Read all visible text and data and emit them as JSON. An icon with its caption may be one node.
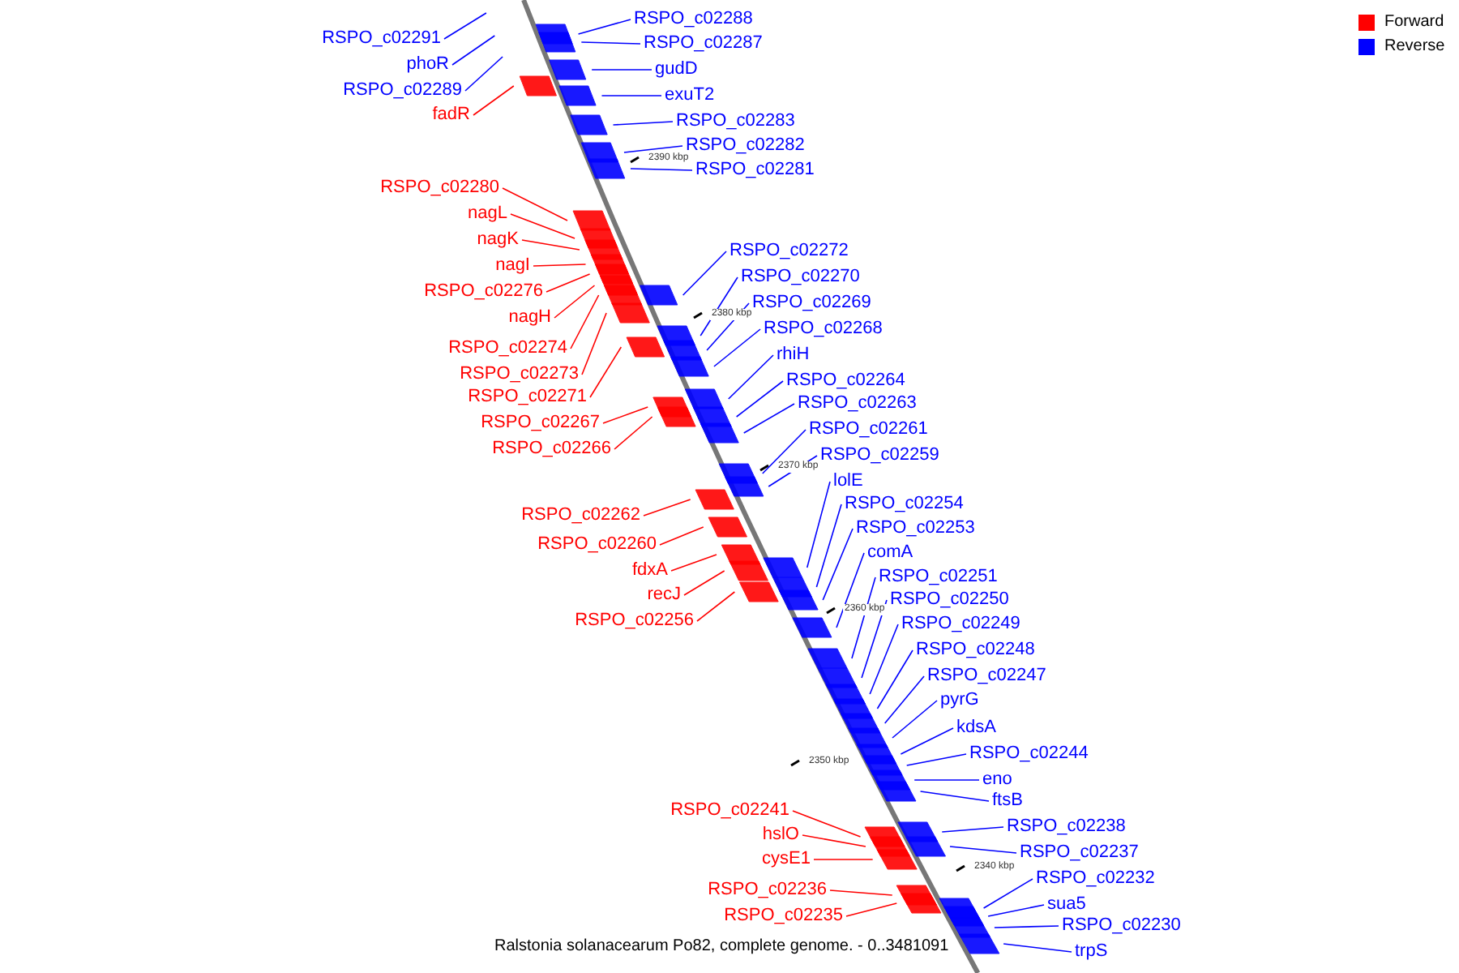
{
  "diagram": {
    "caption": "Ralstonia solanacearum Po82, complete genome. - 0..3481091",
    "nodes": [
      {
        "text": [
          "RSPO_c02291"
        ]
      },
      {
        "text": [
          "phoR"
        ]
      },
      {
        "text": [
          "RSPO_c02289"
        ]
      },
      {
        "text": [
          "fadR"
        ]
      },
      {
        "text": [
          "RSPO_c02280"
        ]
      },
      {
        "text": [
          "nagL"
        ]
      },
      {
        "text": [
          "nagK"
        ]
      },
      {
        "text": [
          "nagI"
        ]
      },
      {
        "text": [
          "RSPO_c02276"
        ]
      },
      {
        "text": [
          "nagH"
        ]
      },
      {
        "text": [
          "RSPO_c02274"
        ]
      },
      {
        "text": [
          "RSPO_c02273"
        ]
      },
      {
        "text": [
          "RSPO_c02271"
        ]
      },
      {
        "text": [
          "RSPO_c02267"
        ]
      },
      {
        "text": [
          "RSPO_c02266"
        ]
      },
      {
        "text": [
          "RSPO_c02262"
        ]
      },
      {
        "text": [
          "RSPO_c02260"
        ]
      },
      {
        "text": [
          "fdxA"
        ]
      },
      {
        "text": [
          "recJ"
        ]
      },
      {
        "text": [
          "RSPO_c02256"
        ]
      },
      {
        "text": [
          "RSPO_c02241"
        ]
      },
      {
        "text": [
          "hslO"
        ]
      },
      {
        "text": [
          "cysE1"
        ]
      },
      {
        "text": [
          "RSPO_c02236"
        ]
      },
      {
        "text": [
          "RSPO_c02235"
        ]
      },
      {
        "text": [
          "RSPO_c02288"
        ]
      },
      {
        "text": [
          "RSPO_c02287"
        ]
      },
      {
        "text": [
          "gudD"
        ]
      },
      {
        "text": [
          "exuT2"
        ]
      },
      {
        "text": [
          "RSPO_c02283"
        ]
      },
      {
        "text": [
          "RSPO_c02282"
        ]
      },
      {
        "text": [
          "RSPO_c02281"
        ]
      },
      {
        "text": [
          "RSPO_c02272"
        ]
      },
      {
        "text": [
          "RSPO_c02270"
        ]
      },
      {
        "text": [
          "RSPO_c02269"
        ]
      },
      {
        "text": [
          "RSPO_c02268"
        ]
      },
      {
        "text": [
          "rhiH"
        ]
      },
      {
        "text": [
          "RSPO_c02264"
        ]
      },
      {
        "text": [
          "RSPO_c02263"
        ]
      },
      {
        "text": [
          "RSPO_c02261"
        ]
      },
      {
        "text": [
          "RSPO_c02259"
        ]
      },
      {
        "text": [
          "lolE"
        ]
      },
      {
        "text": [
          "RSPO_c02254"
        ]
      },
      {
        "text": [
          "RSPO_c02253"
        ]
      },
      {
        "text": [
          "comA"
        ]
      },
      {
        "text": [
          "RSPO_c02251"
        ]
      },
      {
        "text": [
          "RSPO_c02250"
        ]
      },
      {
        "text": [
          "RSPO_c02249"
        ]
      },
      {
        "text": [
          "RSPO_c02248"
        ]
      },
      {
        "text": [
          "RSPO_c02247"
        ]
      },
      {
        "text": [
          "pyrG"
        ]
      },
      {
        "text": [
          "kdsA"
        ]
      },
      {
        "text": [
          "RSPO_c02244"
        ]
      },
      {
        "text": [
          "eno"
        ]
      },
      {
        "text": [
          "ftsB"
        ]
      },
      {
        "text": [
          "RSPO_c02238"
        ]
      },
      {
        "text": [
          "RSPO_c02237"
        ]
      },
      {
        "text": [
          "RSPO_c02232"
        ]
      },
      {
        "text": [
          "sua5"
        ]
      },
      {
        "text": [
          "RSPO_c02230"
        ]
      },
      {
        "text": [
          "trpS"
        ]
      }
    ],
    "edges": [
      {
        "from": 0,
        "to": null,
        "arrow": "none"
      },
      {
        "from": 1,
        "to": null,
        "arrow": "none"
      },
      {
        "from": 2,
        "to": null,
        "arrow": "none"
      },
      {
        "from": 3,
        "to": null,
        "arrow": "none",
        "color": "#ff0000"
      },
      {
        "from": 4,
        "to": null,
        "arrow": "none",
        "color": "#ff0000"
      },
      {
        "from": 5,
        "to": null,
        "arrow": "none",
        "color": "#ff0000"
      },
      {
        "from": 6,
        "to": null,
        "arrow": "none",
        "color": "#ff0000"
      },
      {
        "from": 7,
        "to": null,
        "arrow": "none",
        "color": "#ff0000"
      },
      {
        "from": 8,
        "to": null,
        "arrow": "none",
        "color": "#ff0000"
      },
      {
        "from": 9,
        "to": null,
        "arrow": "none",
        "color": "#ff0000"
      },
      {
        "from": 10,
        "to": null,
        "arrow": "none",
        "color": "#ff0000"
      },
      {
        "from": 11,
        "to": null,
        "arrow": "none",
        "color": "#ff0000"
      },
      {
        "from": 12,
        "to": null,
        "arrow": "none",
        "color": "#ff0000"
      },
      {
        "from": 13,
        "to": null,
        "arrow": "none",
        "color": "#ff0000"
      },
      {
        "from": 14,
        "to": null,
        "arrow": "none",
        "color": "#ff0000"
      },
      {
        "from": 15,
        "to": null,
        "arrow": "none",
        "color": "#ff0000"
      },
      {
        "from": 16,
        "to": null,
        "arrow": "none",
        "color": "#ff0000"
      },
      {
        "from": 17,
        "to": null,
        "arrow": "none",
        "color": "#ff0000"
      },
      {
        "from": 18,
        "to": null,
        "arrow": "none",
        "color": "#ff0000"
      },
      {
        "from": 19,
        "to": null,
        "arrow": "none",
        "color": "#ff0000"
      },
      {
        "from": 20,
        "to": null,
        "arrow": "none",
        "color": "#ff0000"
      },
      {
        "from": 21,
        "to": null,
        "arrow": "none",
        "color": "#ff0000"
      },
      {
        "from": 22,
        "to": null,
        "arrow": "none",
        "color": "#ff0000"
      },
      {
        "from": 23,
        "to": null,
        "arrow": "none",
        "color": "#ff0000"
      },
      {
        "from": 24,
        "to": null,
        "arrow": "none",
        "color": "#ff0000"
      },
      {
        "from": 25,
        "to": null,
        "arrow": "none"
      },
      {
        "from": 26,
        "to": null,
        "arrow": "none"
      },
      {
        "from": 27,
        "to": null,
        "arrow": "none"
      },
      {
        "from": 28,
        "to": null,
        "arrow": "none"
      },
      {
        "from": 29,
        "to": null,
        "arrow": "none"
      },
      {
        "from": 30,
        "to": null,
        "arrow": "none"
      },
      {
        "from": 31,
        "to": null,
        "arrow": "none"
      },
      {
        "from": 32,
        "to": null,
        "arrow": "none"
      },
      {
        "from": 33,
        "to": null,
        "arrow": "none"
      },
      {
        "from": 34,
        "to": null,
        "arrow": "none"
      },
      {
        "from": 35,
        "to": null,
        "arrow": "none"
      },
      {
        "from": 36,
        "to": null,
        "arrow": "none"
      },
      {
        "from": 37,
        "to": null,
        "arrow": "none"
      },
      {
        "from": 38,
        "to": null,
        "arrow": "none"
      },
      {
        "from": 39,
        "to": null,
        "arrow": "none"
      },
      {
        "from": 40,
        "to": null,
        "arrow": "none"
      },
      {
        "from": 41,
        "to": null,
        "arrow": "none"
      },
      {
        "from": 42,
        "to": null,
        "arrow": "none"
      },
      {
        "from": 43,
        "to": null,
        "arrow": "none"
      },
      {
        "from": 44,
        "to": null,
        "arrow": "none"
      },
      {
        "from": 45,
        "to": null,
        "arrow": "none"
      },
      {
        "from": 46,
        "to": null,
        "arrow": "none"
      },
      {
        "from": 47,
        "to": null,
        "arrow": "none"
      },
      {
        "from": 48,
        "to": null,
        "arrow": "none"
      },
      {
        "from": 49,
        "to": null,
        "arrow": "none"
      },
      {
        "from": 50,
        "to": null,
        "arrow": "none"
      },
      {
        "from": 51,
        "to": null,
        "arrow": "none"
      },
      {
        "from": 52,
        "to": null,
        "arrow": "none"
      },
      {
        "from": 53,
        "to": null,
        "arrow": "none"
      },
      {
        "from": 54,
        "to": null,
        "arrow": "none"
      },
      {
        "from": 55,
        "to": null,
        "arrow": "none"
      },
      {
        "from": 56,
        "to": null,
        "arrow": "none"
      },
      {
        "from": 57,
        "to": null,
        "arrow": "none"
      },
      {
        "from": 58,
        "to": null,
        "arrow": "none"
      },
      {
        "from": 59,
        "to": null,
        "arrow": "none"
      },
      {
        "from": 60,
        "to": null,
        "arrow": "none"
      }
    ],
    "labels": [
      "2390 kbp",
      "2380 kbp",
      "2370 kbp",
      "2360 kbp",
      "2350 kbp",
      "2340 kbp"
    ],
    "legend": [
      {
        "text": "Forward",
        "color": "#ff0000"
      },
      {
        "text": "Reverse",
        "color": "#0000ff"
      }
    ]
  }
}
